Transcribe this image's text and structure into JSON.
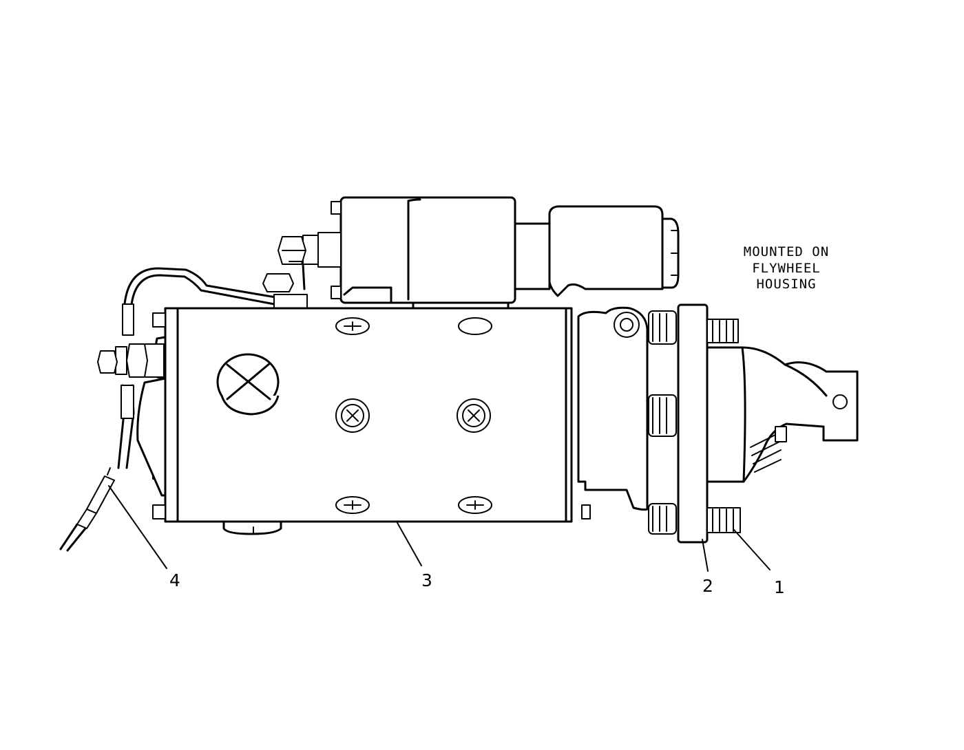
{
  "note": {
    "lines": [
      "MOUNTED ON",
      "FLYWHEEL",
      "HOUSING"
    ]
  },
  "callouts": [
    {
      "id": "1",
      "label": "1"
    },
    {
      "id": "2",
      "label": "2"
    },
    {
      "id": "3",
      "label": "3"
    },
    {
      "id": "4",
      "label": "4"
    }
  ]
}
